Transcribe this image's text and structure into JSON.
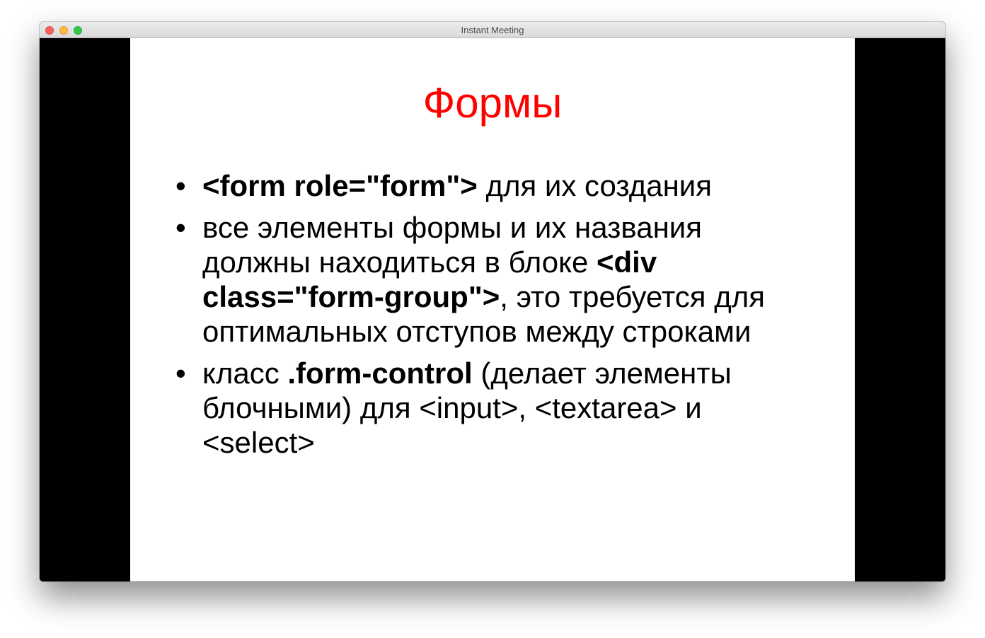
{
  "window": {
    "title": "Instant Meeting"
  },
  "slide": {
    "title": "Формы",
    "title_color": "#ff0000",
    "bullet_symbol": "•",
    "bullets": [
      {
        "parts": [
          {
            "text": "<form role=\"form\">",
            "bold": true
          },
          {
            "text": " для их создания",
            "bold": false
          }
        ]
      },
      {
        "parts": [
          {
            "text": "все элементы формы и их названия должны находиться в блоке ",
            "bold": false
          },
          {
            "text": "<div class=\"form-group\">",
            "bold": true
          },
          {
            "text": ", это требуется для оптимальных отступов между строками",
            "bold": false
          }
        ]
      },
      {
        "parts": [
          {
            "text": "класс ",
            "bold": false
          },
          {
            "text": ".form-control",
            "bold": true
          },
          {
            "text": " (делает элементы блочными) для <input>, <textarea> и <select>",
            "bold": false
          }
        ]
      }
    ]
  }
}
